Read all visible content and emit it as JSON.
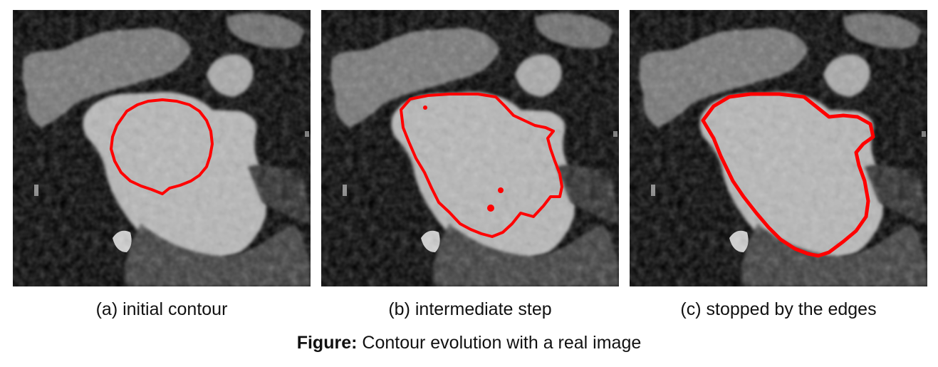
{
  "panels": [
    {
      "caption": "(a) initial contour"
    },
    {
      "caption": "(b) intermediate step"
    },
    {
      "caption": "(c) stopped by the edges"
    }
  ],
  "figure": {
    "label": "Figure:",
    "text": "Contour evolution with a real image"
  },
  "colors": {
    "contour": "#ff0000",
    "background": "#000000"
  }
}
